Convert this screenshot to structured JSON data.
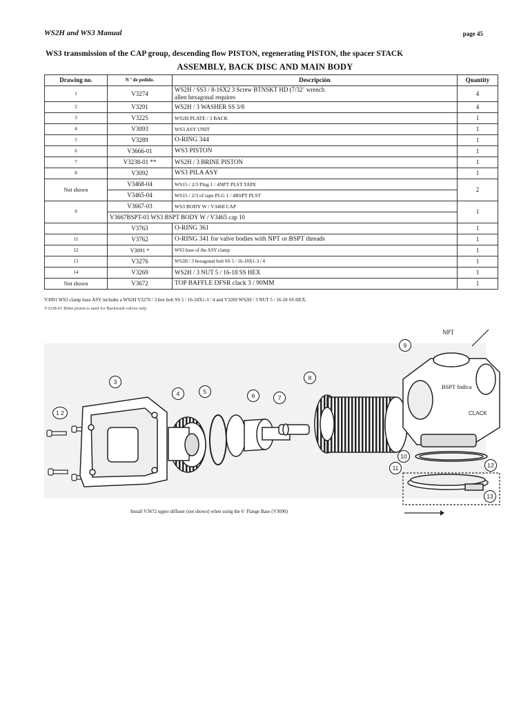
{
  "header": {
    "manual_title": "WS2H and WS3 Manual",
    "page_label": "page 45"
  },
  "titles": {
    "line1": "WS3 transmission of the CAP group, descending flow PISTON, regenerating PISTON, the spacer STACK",
    "line2": "ASSEMBLY, BACK DISC AND MAIN BODY"
  },
  "table": {
    "headers": {
      "drawing": "Drawing no.",
      "order": "N º de pedido.",
      "description": "Descripción",
      "quantity": "Quantity"
    },
    "rows": [
      {
        "drawing": "1",
        "order": "V3274",
        "description": "WS2H / SS3 / 8-16X2 3 Screw BTNSKT HD (7/32¨ wrench",
        "description2": "allen hexagonal requires",
        "quantity": "4"
      },
      {
        "drawing": "2",
        "order": "V3291",
        "description": "WS2H / 3 WASHER SS 3/8",
        "quantity": "4"
      },
      {
        "drawing": "3",
        "order": "V3225",
        "description": "WS2H PLATE / 3 BACK",
        "quantity": "1"
      },
      {
        "drawing": "4",
        "order": "V3093",
        "description": "WS3 ASY UNIT",
        "quantity": "1"
      },
      {
        "drawing": "5",
        "order": "V3289",
        "description": "O-RING 344",
        "quantity": "1"
      },
      {
        "drawing": "6",
        "order": "V3666-01",
        "description": "WS3 PISTON",
        "quantity": "1"
      },
      {
        "drawing": "7",
        "order": "V3238-01 **",
        "description": "WS2H / 3 BRINE PISTON",
        "quantity": "1"
      },
      {
        "drawing": "8",
        "order": "V3092",
        "description": "WS3 PILA ASY",
        "quantity": "1"
      },
      {
        "drawing": "Not shown",
        "order": "V3468-04",
        "description": "WS15 / 2/3 Plug 1 / 4NPT PLST TAPE",
        "order_b": "V3465-04",
        "description_b": "WS15 / 2/3 of tape PLG 1 / 4BSPT PLST",
        "quantity": "2"
      },
      {
        "drawing": "9",
        "order": "V3667-03",
        "description": "WS3 BODY W / V3468 CAP",
        "merged_b": "V3667BSPT-03 WS3 BSPT BODY W / V3465 cap 10",
        "quantity": "1"
      },
      {
        "drawing": "",
        "order": "V3763",
        "description": "O-RING 361",
        "quantity": "1"
      },
      {
        "drawing": "11",
        "order": "V3762",
        "description": "O-RING 341 for valve bodies with NPT or BSPT threads",
        "quantity": "1"
      },
      {
        "drawing": "12",
        "order": "V3091 *",
        "description": "WS3 base of the ASY clamp",
        "quantity": "1"
      },
      {
        "drawing": "13",
        "order": "V3276",
        "description": "WS2H / 3 hexagonal bolt SS 5 / 16-18X1-3 / 4",
        "quantity": "1"
      },
      {
        "drawing": "14",
        "order": "V3269",
        "description": "WS2H / 3 NUT 5 / 16-18 SS HEX",
        "quantity": "1"
      },
      {
        "drawing": "Not shown",
        "order": "V3672",
        "description": "TOP BAFFLE DFSR clack 3 / 90MM",
        "quantity": "1"
      }
    ]
  },
  "notes": {
    "note1": "V3091 WS3 clamp base ASY includes a WS2H V3276 / 3 hex bolt SS 5 / 16-18X1-3 / 4 and V3269 WS2H / 3 NUT 5 / 16-18 SS HEX.",
    "note2": "V3238-01 Brine piston is used for Backwash valves only."
  },
  "diagram": {
    "npt_label": "NPT",
    "bspt_label": "BSPT Indica",
    "caption": "Install V3672 upper diffuser (not shown) when using the 6¨ Flange Base (V3090)",
    "callouts": {
      "c12a": "1 2",
      "c3": "3",
      "c4": "4",
      "c5": "5",
      "c6": "6",
      "c7": "7",
      "c8": "8",
      "c9": "9",
      "c10": "10",
      "c11": "11",
      "c12": "12",
      "c13": "13"
    }
  }
}
